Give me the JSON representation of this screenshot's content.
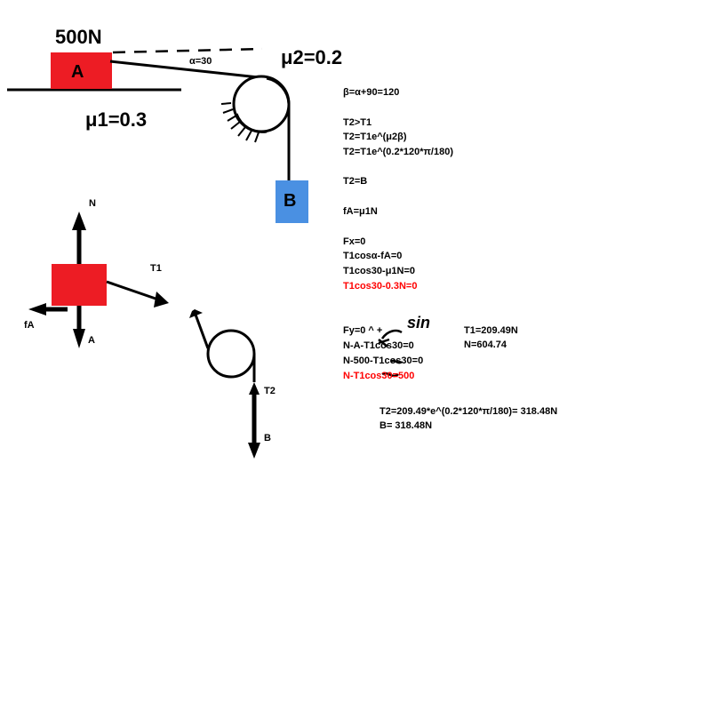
{
  "diagram": {
    "weight_label": "500N",
    "block_a_label": "A",
    "block_b_label": "B",
    "mu1_label": "μ1=0.3",
    "mu2_label": "μ2=0.2",
    "alpha_label": "α=30",
    "fbd": {
      "normal_label": "N",
      "tension1_label": "T1",
      "friction_label": "fA",
      "weight_label": "A",
      "tension2_label": "T2",
      "weight_b_label": "B"
    }
  },
  "solution": {
    "beta": "β=α+90=120",
    "ineq": "T2>T1",
    "eq1": "T2=T1e^(μ2β)",
    "eq2": "T2=T1e^(0.2*120*π/180)",
    "t2b": "T2=B",
    "fa": "fA=μ1N",
    "fx": "Fx=0",
    "fx1": "T1cosα-fA=0",
    "fx2": "T1cos30-μ1N=0",
    "fx3": "T1cos30-0.3N=0",
    "fy": "Fy=0 ^ +",
    "fy1": "N-A-T1cos30=0",
    "fy2": "N-500-T1cos30=0",
    "fy3": "N-T1cos30=500",
    "note_sin": "sin",
    "t1_result": "T1=209.49N",
    "n_result": "N=604.74",
    "t2_calc": "T2=209.49*e^(0.2*120*π/180)= 318.48N",
    "b_result": "B= 318.48N"
  },
  "colors": {
    "block_a": "#ed1c24",
    "block_b": "#4a90e2",
    "highlight": "#ff0000"
  }
}
